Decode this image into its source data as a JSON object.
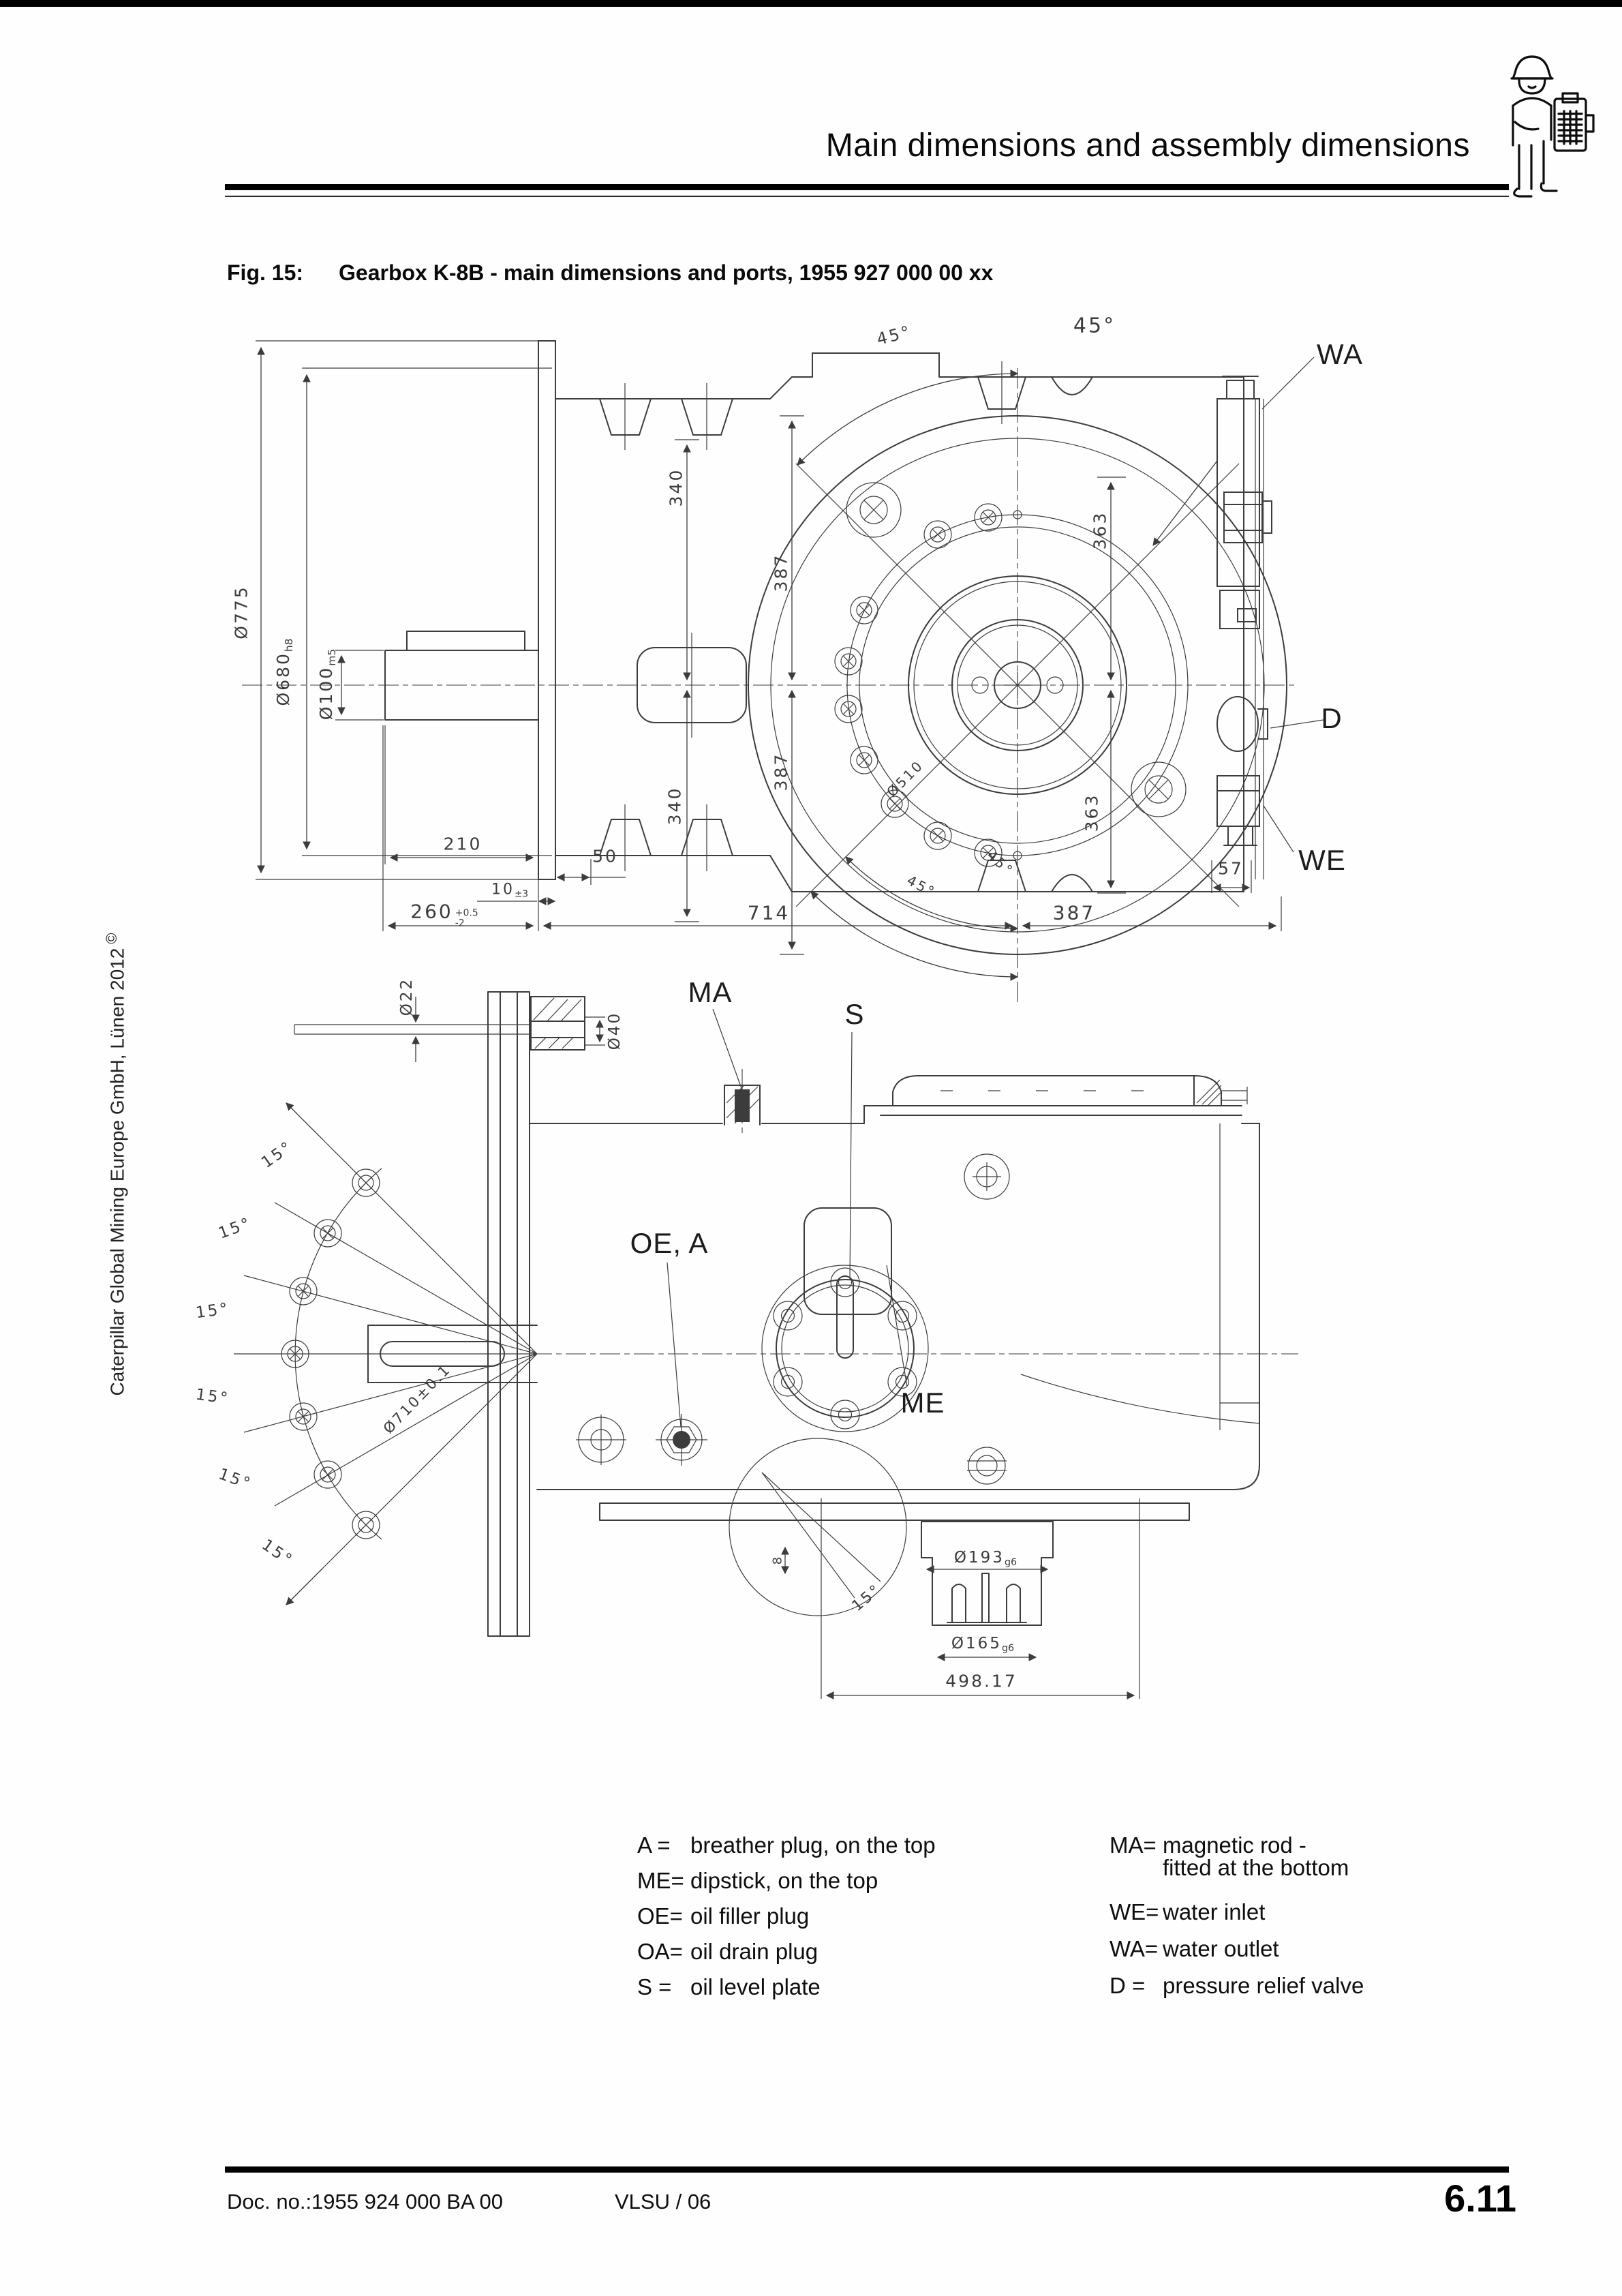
{
  "header": {
    "title": "Main dimensions and assembly dimensions",
    "worker_icon": "worker-with-clipboard-icon"
  },
  "figure": {
    "label": "Fig. 15:",
    "caption": "Gearbox K-8B - main dimensions and ports, 1955 927 000 00 xx"
  },
  "sidebar": {
    "text": "Caterpillar Global Mining Europe GmbH, Lünen 2012",
    "copyright": "©"
  },
  "top_drawing": {
    "callouts": {
      "wa": "WA",
      "d": "D",
      "we": "WE"
    },
    "dims": {
      "dia775": "Ø775",
      "dia680": "Ø680",
      "dia680_fit": "h8",
      "dia100": "Ø100",
      "dia100_fit": "m5",
      "len210": "210",
      "h340": "340",
      "h387": "387",
      "h363": "363",
      "ang45": "45°",
      "len50": "50",
      "len10": "10",
      "len10_tol": "±3",
      "len260": "260",
      "len260_plus": "+0.5",
      "len260_minus": "-2",
      "len714": "714",
      "len387": "387",
      "len57": "57",
      "dia510": "Ø510"
    }
  },
  "bottom_drawing": {
    "callouts": {
      "ma": "MA",
      "s": "S",
      "oe_a": "OE, A",
      "me": "ME"
    },
    "dims": {
      "dia22": "Ø22",
      "dia40": "Ø40",
      "dia710": "Ø710±0.1",
      "ang15": "15°",
      "dim8": "8",
      "dia193": "Ø193",
      "dia193_fit": "g6",
      "dia165": "Ø165",
      "dia165_fit": "g6",
      "len498": "498.17"
    }
  },
  "legend": {
    "left": [
      {
        "key": "A =",
        "desc": "breather plug, on the top"
      },
      {
        "key": "ME=",
        "desc": "dipstick, on the top"
      },
      {
        "key": "OE=",
        "desc": "oil filler plug"
      },
      {
        "key": "OA=",
        "desc": "oil drain plug"
      },
      {
        "key": "S =",
        "desc": "oil level plate"
      }
    ],
    "right": [
      {
        "key": "MA=",
        "desc": "magnetic rod -",
        "desc2": "fitted at the bottom"
      },
      {
        "key": "WE=",
        "desc": "water  inlet"
      },
      {
        "key": "WA=",
        "desc": "water outlet"
      },
      {
        "key": "D =",
        "desc": "pressure relief valve"
      }
    ]
  },
  "footer": {
    "doc_no": "Doc. no.:1955 924 000 BA 00",
    "version": "VLSU / 06",
    "page_number": "6.11"
  }
}
